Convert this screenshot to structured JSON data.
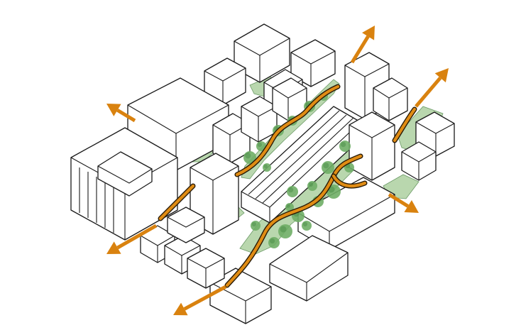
{
  "colors": {
    "park": "#b9d7ae",
    "park_dark": "#9cc38f",
    "tree": "#6fae66",
    "tree_dark": "#4e8f4a",
    "route": "#e08c14",
    "arrow": "#d9820f",
    "outline": "#1a1a1a"
  },
  "icons": {
    "arrow": "arrow-icon",
    "tree": "tree-icon"
  },
  "arrows": [
    {
      "id": "north-east-top",
      "direction": "north-east"
    },
    {
      "id": "east-upper",
      "direction": "north-east"
    },
    {
      "id": "north-west",
      "direction": "north-west"
    },
    {
      "id": "south-west-mid",
      "direction": "south-west"
    },
    {
      "id": "south-west-bottom",
      "direction": "south-west"
    },
    {
      "id": "south-east",
      "direction": "south-east"
    }
  ]
}
